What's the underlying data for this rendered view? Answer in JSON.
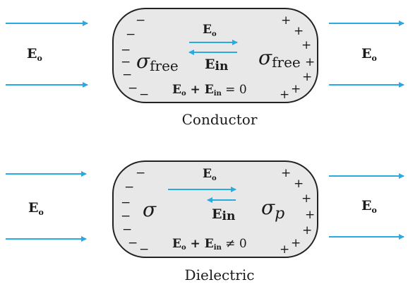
{
  "colors": {
    "arrow": "#29abe2",
    "box_fill": "#e8e8e8",
    "box_stroke": "#222222",
    "text": "#1a1a1a"
  },
  "outside_field_label": "E",
  "outside_field_sub": "o",
  "panels": [
    {
      "id": "conductor",
      "caption": "Conductor",
      "inner_field": {
        "main": "E",
        "sub": "o"
      },
      "induced_field": {
        "main": "E",
        "sub": "in"
      },
      "left_charge": {
        "symbol": "σ",
        "sub": "free"
      },
      "right_charge": {
        "symbol": "σ",
        "sub": "free"
      },
      "equation": {
        "a": "E",
        "a_sub": "o",
        "plus": " + ",
        "b": "E",
        "b_sub": "in",
        "rel": " = 0"
      },
      "left_sign": "−",
      "right_sign": "+"
    },
    {
      "id": "dielectric",
      "caption": "Dielectric",
      "inner_field": {
        "main": "E",
        "sub": "o"
      },
      "induced_field": {
        "main": "E",
        "sub": "in"
      },
      "left_charge": {
        "symbol": "σ",
        "sub": ""
      },
      "right_charge": {
        "symbol": "σ",
        "sub": "p"
      },
      "equation": {
        "a": "E",
        "a_sub": "o",
        "plus": " + ",
        "b": "E",
        "b_sub": "in",
        "rel": " ≠ 0"
      },
      "left_sign": "−",
      "right_sign": "+"
    }
  ]
}
